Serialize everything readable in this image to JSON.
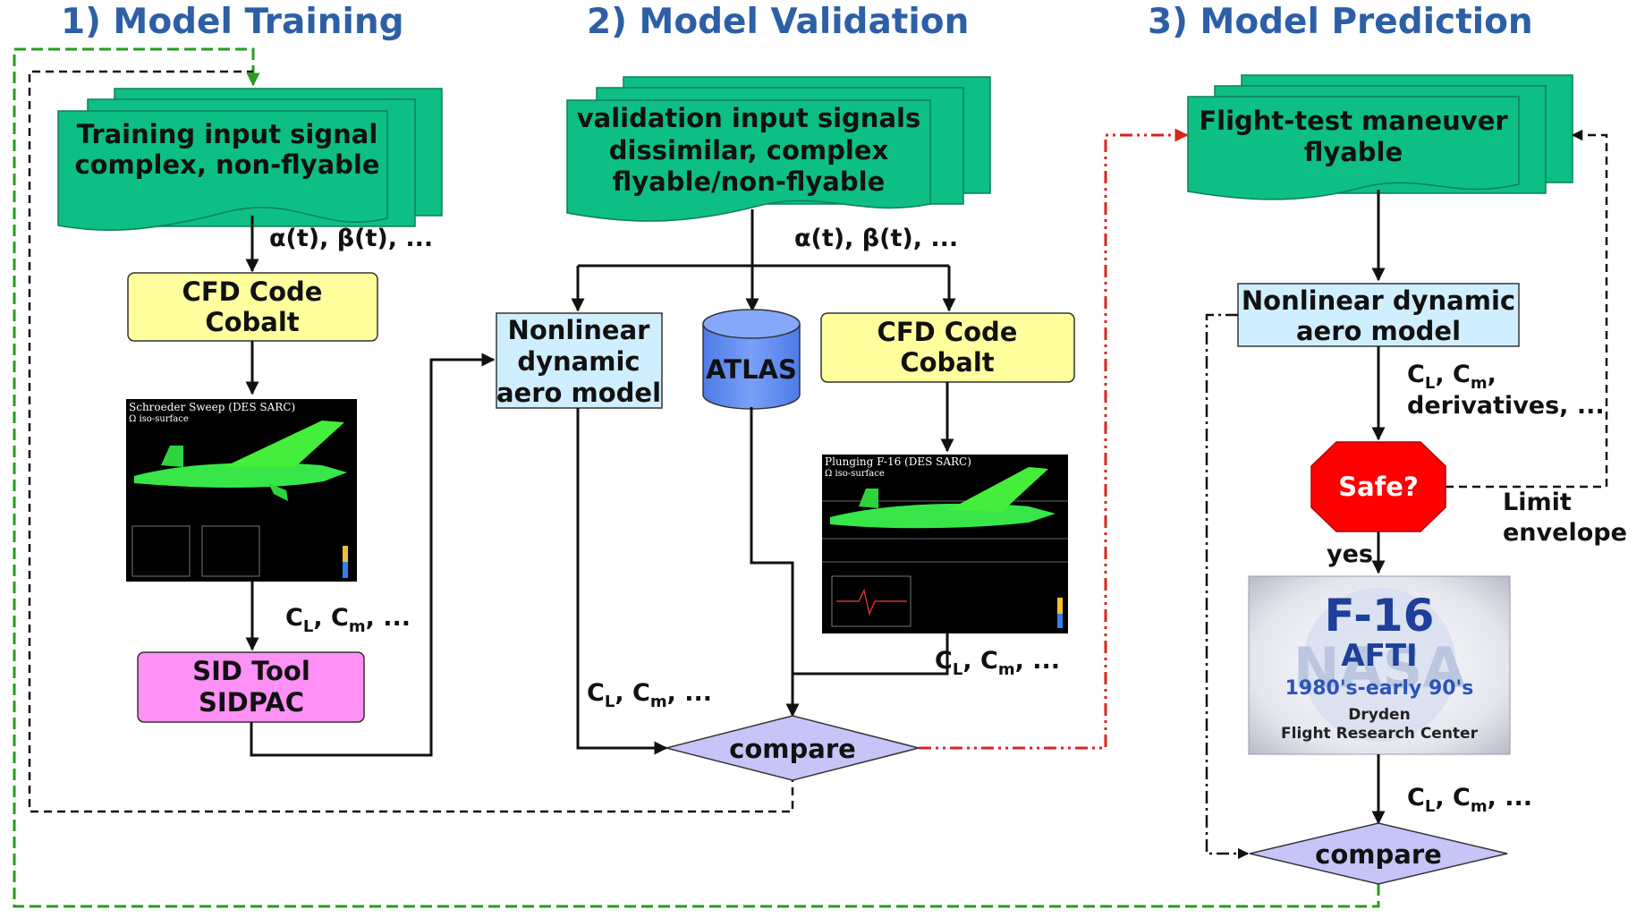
{
  "titles": {
    "training": "1) Model Training",
    "validation": "2) Model Validation",
    "prediction": "3) Model Prediction"
  },
  "training": {
    "input_line1": "Training input signal",
    "input_line2": "complex, non-flyable",
    "signals_label": "α(t), β(t), ...",
    "cfd_line1": "CFD Code",
    "cfd_line2": "Cobalt",
    "sim_title": "Schroeder Sweep (DES SARC)",
    "sim_subtitle": "Ω iso-surface",
    "sid_line1": "SID Tool",
    "sid_line2": "SIDPAC"
  },
  "validation": {
    "input_line1": "validation input signals",
    "input_line2": "dissimilar, complex",
    "input_line3": "flyable/non-flyable",
    "signals_label": "α(t), β(t), ...",
    "aero_line1": "Nonlinear",
    "aero_line2": "dynamic",
    "aero_line3": "aero model",
    "atlas": "ATLAS",
    "cfd_line1": "CFD Code",
    "cfd_line2": "Cobalt",
    "sim_title": "Plunging F-16 (DES SARC)",
    "sim_subtitle": "Ω iso-surface",
    "compare": "compare"
  },
  "prediction": {
    "input_line1": "Flight-test maneuver",
    "input_line2": "flyable",
    "aero_line1": "Nonlinear dynamic",
    "aero_line2": "aero model",
    "derivatives_label": "derivatives, ...",
    "safe": "Safe?",
    "limit_line1": "Limit",
    "limit_line2": "envelope",
    "yes": "yes",
    "badge_title": "F-16",
    "badge_sub": "AFTI",
    "badge_years": "1980's-early 90's",
    "badge_center1": "Dryden",
    "badge_center2": "Flight Research Center",
    "badge_watermark": "NASA",
    "compare": "compare"
  },
  "coeff": {
    "CL": "C",
    "CL_sub": "L",
    "Cm": "C",
    "Cm_sub": "m",
    "sep": ", ",
    "tail": ", ..."
  },
  "colors": {
    "title_blue": "#2d5fa6",
    "input_green": "#0dbf85",
    "cfd_yellow": "#ffff9e",
    "sid_pink": "#ff90f5",
    "aero_lightblue": "#cfeeff",
    "atlas_blue": "#5c88f0",
    "compare_lavender": "#c7c5f7",
    "safe_red": "#ff0000",
    "green_dashed": "#2a9a22",
    "red_dashdot": "#d8261e"
  }
}
